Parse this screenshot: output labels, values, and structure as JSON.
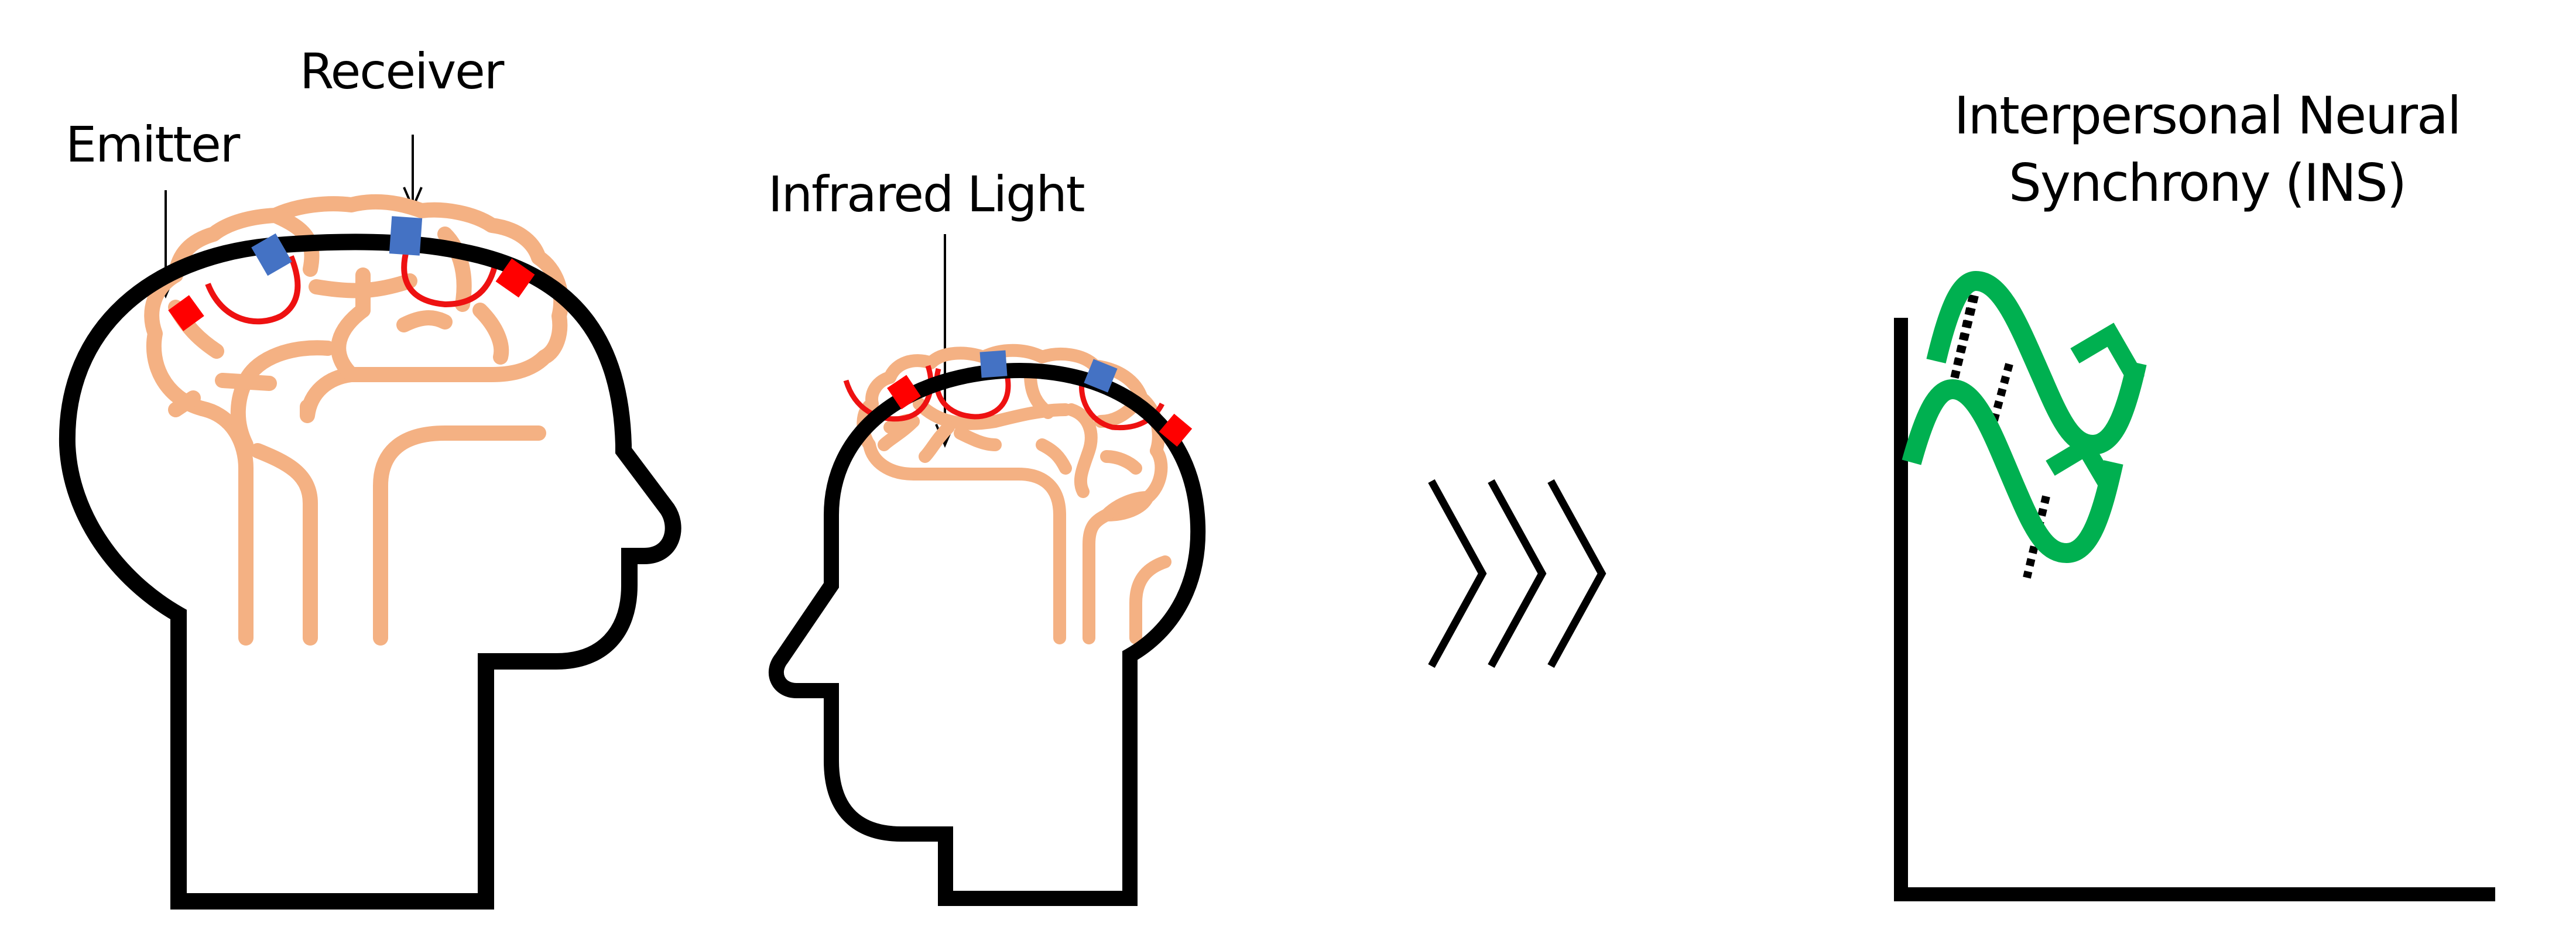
{
  "labels": {
    "emitter": "Emitter",
    "receiver": "Receiver",
    "infrared_light": "Infrared Light"
  },
  "result": {
    "title_line1": "Interpersonal Neural",
    "title_line2": "Synchrony (INS)"
  },
  "colors": {
    "emitter": "#ff0000",
    "receiver": "#4472c4",
    "light_path": "#ee1111",
    "brain": "#f4b183",
    "outline": "#000000",
    "signal": "#00b050"
  },
  "icons": {
    "head_left": "head-profile-facing-right-icon",
    "head_right": "head-profile-facing-left-icon",
    "arrows": "triple-chevron-right-icon",
    "graph": "synchronized-waves-graph-icon"
  }
}
